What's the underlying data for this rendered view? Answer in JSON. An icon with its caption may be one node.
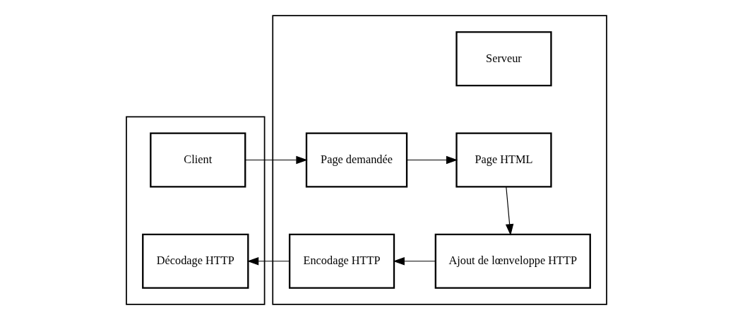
{
  "diagram": {
    "nodes": [
      {
        "text": [],
        "shape": "box"
      },
      {
        "text": [
          "Client"
        ],
        "in": 0
      },
      {
        "text": [
          "Décodage HTTP"
        ],
        "in": 0
      },
      {
        "text": [],
        "shape": "box"
      },
      {
        "text": [
          "Serveur"
        ],
        "in": 3
      },
      {
        "text": [
          "Page demandée"
        ],
        "in": 3
      },
      {
        "text": [
          "Page HTML"
        ],
        "in": 3
      },
      {
        "text": [
          "Ajout de lœnveloppe HTTP"
        ],
        "in": 3
      },
      {
        "text": [
          "Encodage HTTP"
        ],
        "in": 3
      }
    ],
    "edges": [
      {
        "from": 1,
        "to": 5,
        "arrow": "to"
      },
      {
        "from": 5,
        "to": 6,
        "arrow": "to"
      },
      {
        "from": 6,
        "to": 7,
        "arrow": "to"
      },
      {
        "from": 7,
        "to": 8,
        "arrow": "to"
      },
      {
        "from": 8,
        "to": 2,
        "arrow": "to"
      }
    ]
  }
}
